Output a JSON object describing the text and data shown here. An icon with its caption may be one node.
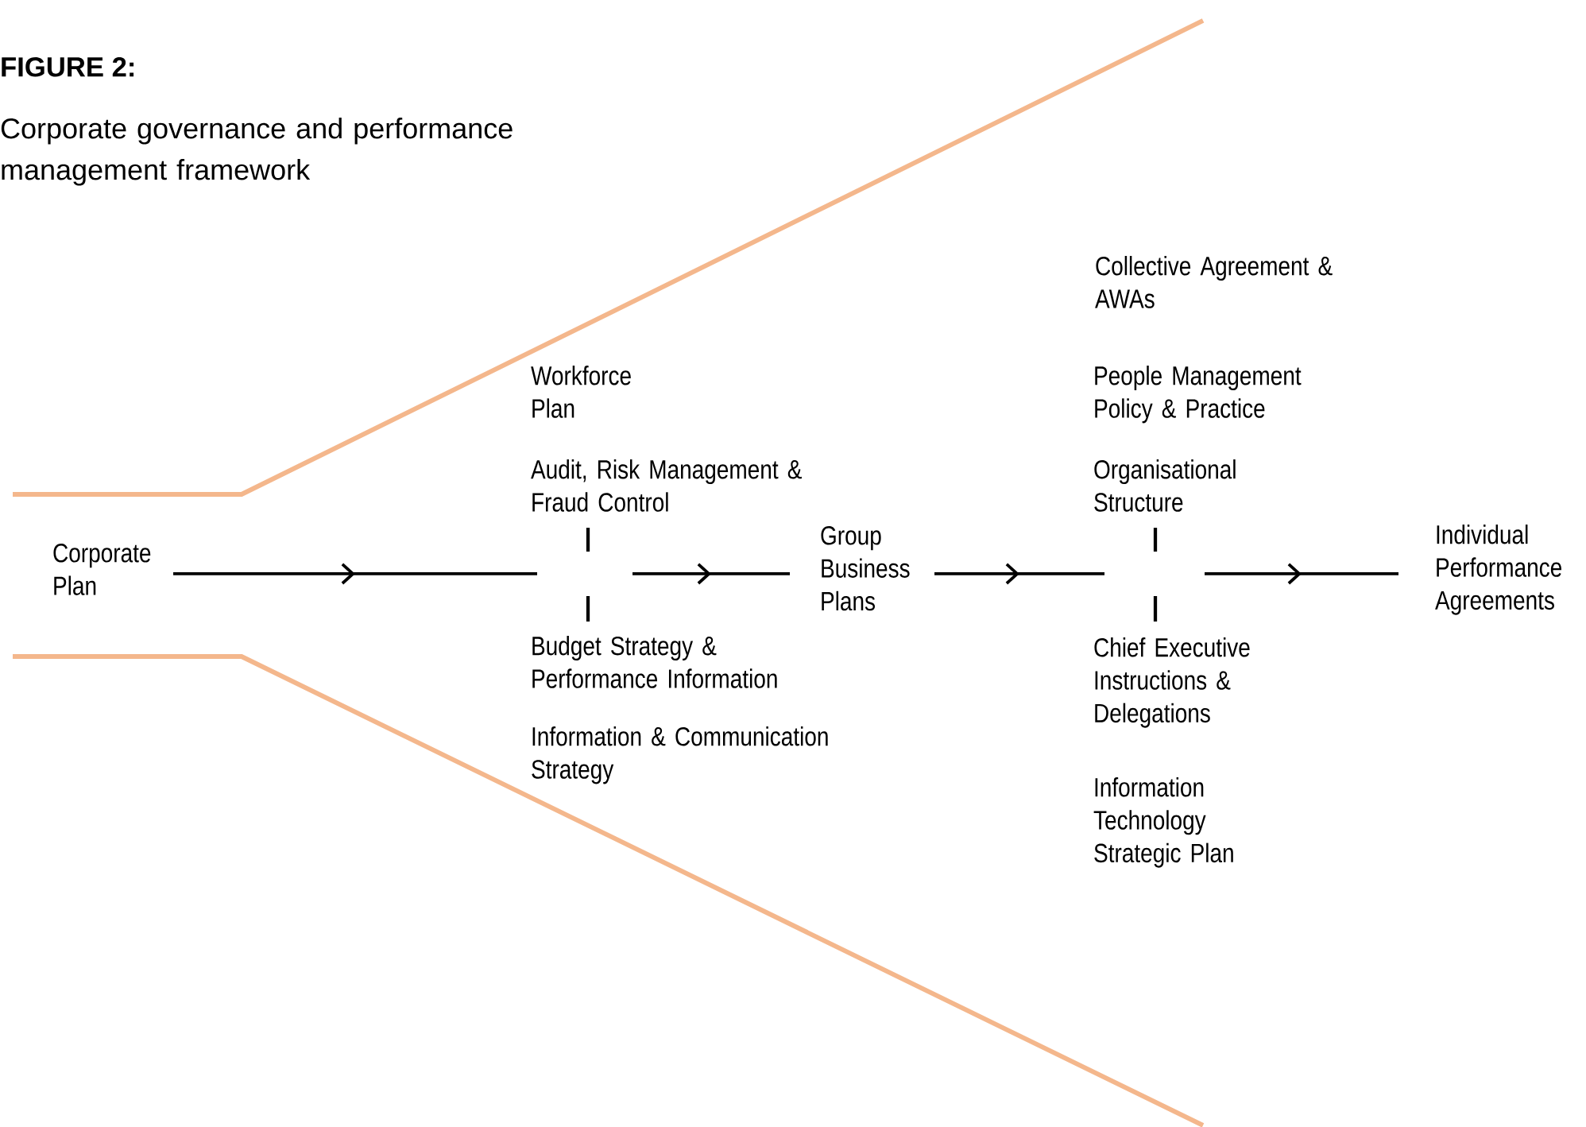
{
  "diagram": {
    "title": "FIGURE 2:",
    "caption": "Corporate governance and performance management framework",
    "nodes": [
      {
        "text": [
          "Corporate Plan"
        ]
      },
      {
        "text": [],
        "shape": "cross"
      },
      {
        "text": [
          "Group Business Plans"
        ]
      },
      {
        "text": [],
        "shape": "cross"
      },
      {
        "text": [
          "Individual Performance Agreements"
        ]
      }
    ],
    "edges": [
      {
        "from": 0,
        "to": 1,
        "arrow": "to"
      },
      {
        "from": 1,
        "to": 2,
        "arrow": "to"
      },
      {
        "from": 2,
        "to": 3,
        "arrow": "to"
      },
      {
        "from": 3,
        "to": 4,
        "arrow": "to"
      }
    ],
    "labels": [
      "Workforce Plan",
      "Audit, Risk Management & Fraud Control",
      "Budget Strategy & Performance Information",
      "Information & Communication Strategy",
      "Collective Agreement & AWAs",
      "People Management Policy & Practice",
      "Organisational Structure",
      "Chief Executive Instructions & Delegations",
      "Information Technology Strategic Plan"
    ]
  }
}
